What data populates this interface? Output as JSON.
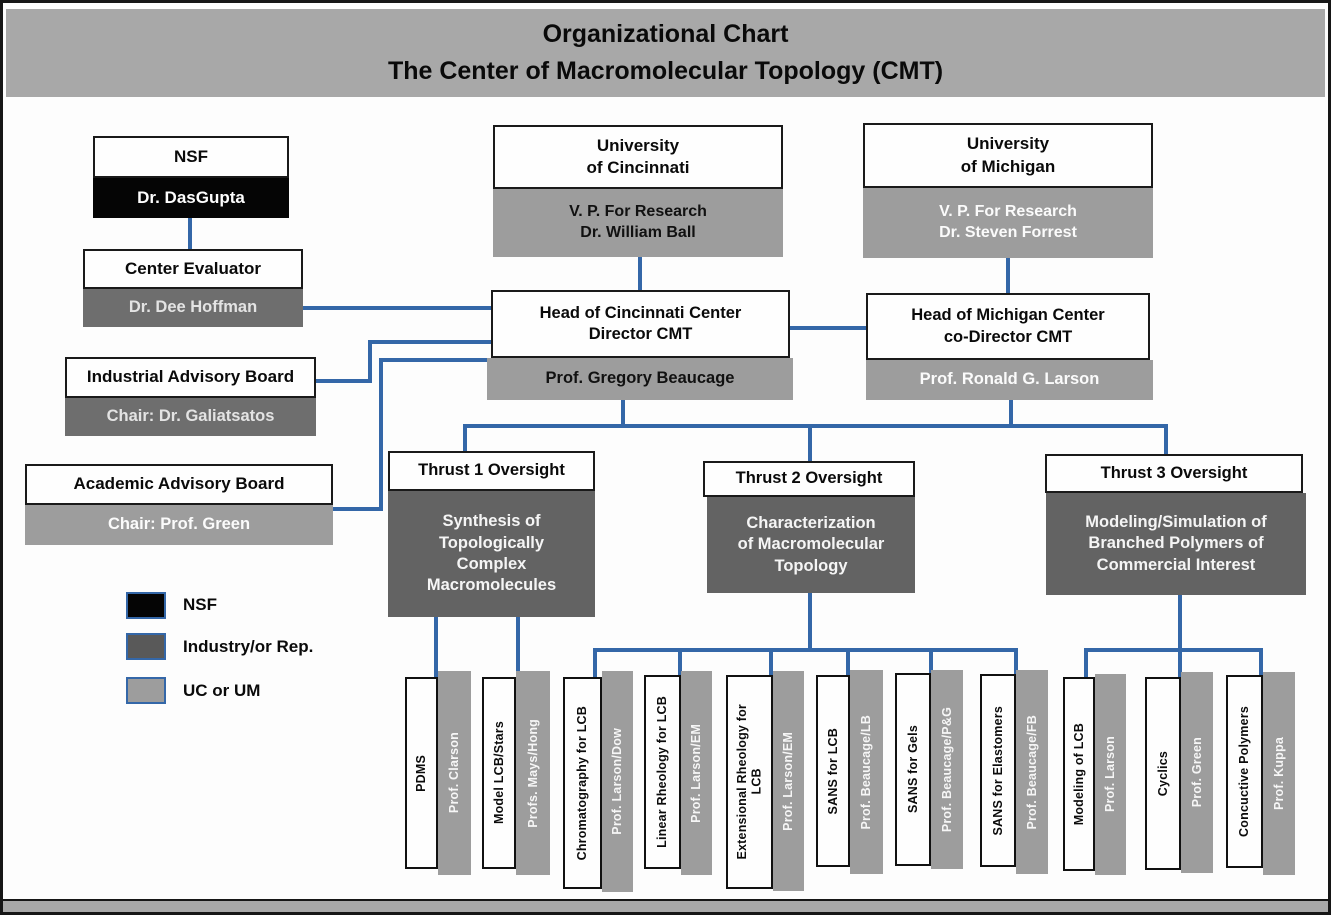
{
  "title": {
    "line1": "Organizational Chart",
    "line2": "The Center of Macromolecular Topology (CMT)"
  },
  "colors": {
    "connector_blue": "#3467a8",
    "nsf_black": "#050505",
    "industry_dark_gray": "#595959",
    "uc_um_light_gray": "#9d9d9d",
    "title_bar_gray": "#a8a8a8"
  },
  "org": {
    "nsf": {
      "title": "NSF",
      "person": "Dr. DasGupta"
    },
    "center_evaluator": {
      "title": "Center Evaluator",
      "person": "Dr.  Dee Hoffman"
    },
    "industrial_advisory_board": {
      "title": "Industrial Advisory Board",
      "person": "Chair:  Dr. Galiatsatos"
    },
    "academic_advisory_board": {
      "title": "Academic Advisory Board",
      "person": "Chair:  Prof. Green"
    },
    "university_of_cincinnati": {
      "title": "University\nof Cincinnati",
      "person": "V. P. For Research\nDr. William Ball"
    },
    "university_of_michigan": {
      "title": "University\nof Michigan",
      "person": "V. P. For Research\nDr. Steven Forrest"
    },
    "head_cincinnati": {
      "title": "Head of Cincinnati Center\nDirector CMT",
      "person": "Prof. Gregory Beaucage"
    },
    "head_michigan": {
      "title": "Head of Michigan Center\nco-Director CMT",
      "person": "Prof. Ronald G. Larson"
    },
    "thrust1": {
      "title": "Thrust 1 Oversight",
      "body": "Synthesis of\nTopologically\nComplex\nMacromolecules"
    },
    "thrust2": {
      "title": "Thrust 2 Oversight",
      "body": "Characterization\nof Macromolecular\nTopology"
    },
    "thrust3": {
      "title": "Thrust 3 Oversight",
      "body": "Modeling/Simulation of\nBranched Polymers of\nCommercial Interest"
    }
  },
  "projects": [
    {
      "label": "PDMS",
      "lead": "Prof. Clarson"
    },
    {
      "label": "Model LCB/Stars",
      "lead": "Profs. Mays/Hong"
    },
    {
      "label": "Chromatography for LCB",
      "lead": "Prof. Larson/Dow"
    },
    {
      "label": "Linear Rheology for LCB",
      "lead": "Prof. Larson/EM"
    },
    {
      "label": "Extensional Rheology for\nLCB",
      "lead": "Prof. Larson/EM"
    },
    {
      "label": "SANS for LCB",
      "lead": "Prof. Beaucage/LB"
    },
    {
      "label": "SANS for Gels",
      "lead": "Prof. Beaucage/P&G"
    },
    {
      "label": "SANS for Elastomers",
      "lead": "Prof. Beaucage/FB"
    },
    {
      "label": "Modeling of LCB",
      "lead": "Prof. Larson"
    },
    {
      "label": "Cyclics",
      "lead": "Prof. Green"
    },
    {
      "label": "Concuctive Polymers",
      "lead": "Prof. Kuppa"
    }
  ],
  "legend": [
    {
      "label": "NSF",
      "color": "#050505"
    },
    {
      "label": "Industry/or Rep.",
      "color": "#595959"
    },
    {
      "label": "UC or UM",
      "color": "#9d9d9d"
    }
  ]
}
